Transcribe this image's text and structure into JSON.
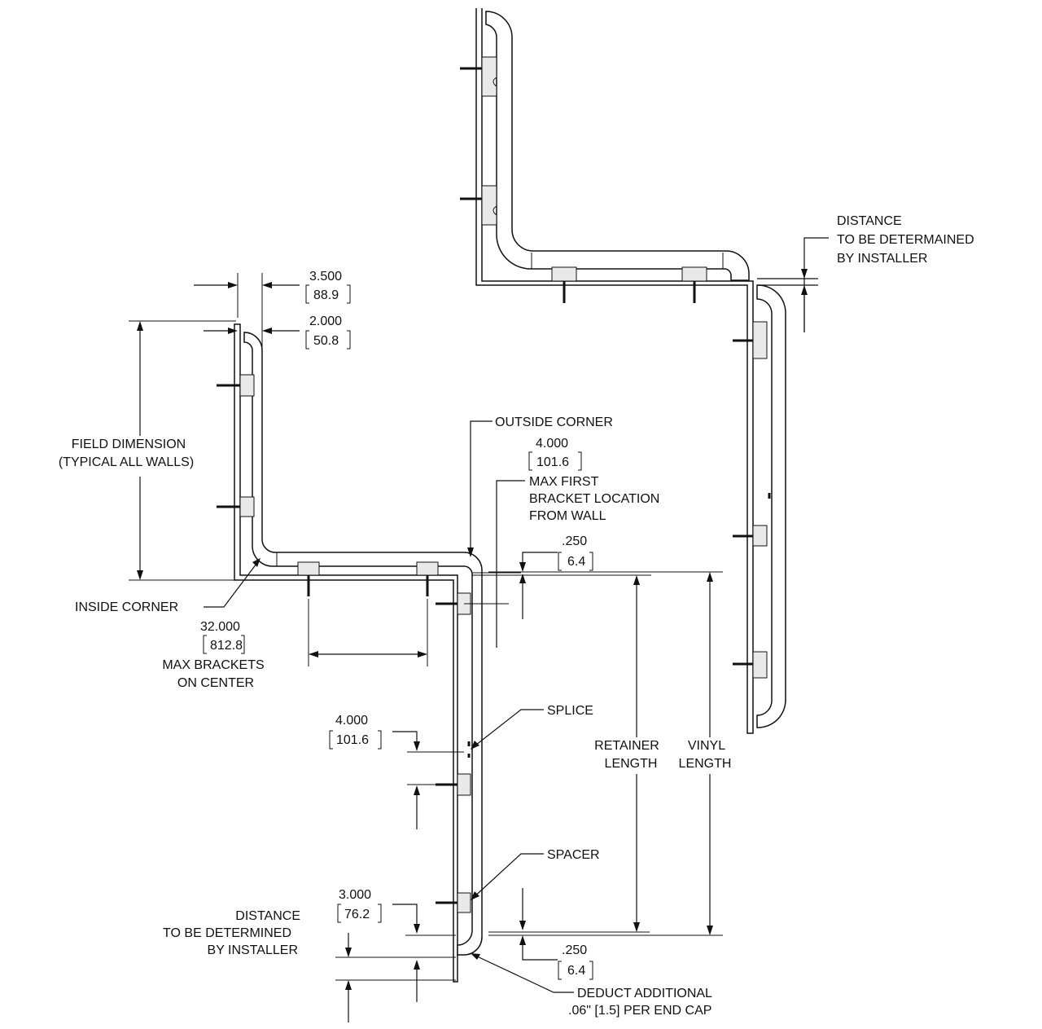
{
  "labels": {
    "top_right_distance": [
      "DISTANCE",
      "TO BE DETERMAINED",
      "BY INSTALLER"
    ],
    "dim_3500": "3.500",
    "dim_889": "88.9",
    "dim_2000": "2.000",
    "dim_508": "50.8",
    "field_dimension": [
      "FIELD DIMENSION",
      "(TYPICAL ALL WALLS)"
    ],
    "outside_corner": "OUTSIDE CORNER",
    "dim_4000_top": "4.000",
    "dim_1016_top": "101.6",
    "max_first_bracket": [
      "MAX FIRST",
      "BRACKET LOCATION",
      "FROM WALL"
    ],
    "dim_250_top": ".250",
    "dim_64_top": "6.4",
    "inside_corner": "INSIDE CORNER",
    "dim_32000": "32.000",
    "dim_8128": "812.8",
    "max_brackets": [
      "MAX BRACKETS",
      "ON CENTER"
    ],
    "splice": "SPLICE",
    "dim_4000_mid": "4.000",
    "dim_1016_mid": "101.6",
    "retainer_length": [
      "RETAINER",
      "LENGTH"
    ],
    "vinyl_length": [
      "VINYL",
      "LENGTH"
    ],
    "spacer": "SPACER",
    "dim_3000": "3.000",
    "dim_762": "76.2",
    "bottom_left_distance": [
      "DISTANCE",
      "TO BE DETERMINED",
      "BY INSTALLER"
    ],
    "dim_250_bot": ".250",
    "dim_64_bot": "6.4",
    "deduct": [
      "DEDUCT ADDITIONAL",
      ".06\" [1.5] PER END CAP"
    ]
  }
}
